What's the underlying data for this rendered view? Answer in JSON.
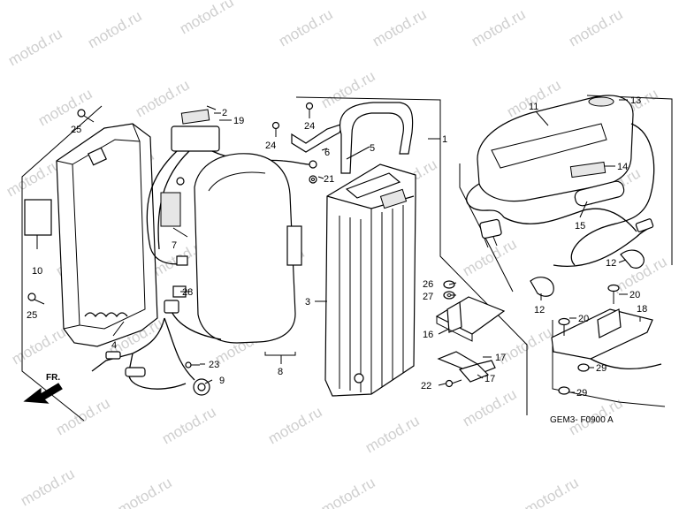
{
  "watermark_text": "motod.ru",
  "diagram_code": "GEM3- F0900 A",
  "front_arrow_label": "FR.",
  "callouts": {
    "c1": "1",
    "c2": "2",
    "c3": "3",
    "c4": "4",
    "c5": "5",
    "c6": "6",
    "c7": "7",
    "c8": "8",
    "c9": "9",
    "c10": "10",
    "c11": "11",
    "c12a": "12",
    "c12b": "12",
    "c13": "13",
    "c14": "14",
    "c15": "15",
    "c16": "16",
    "c17a": "17",
    "c17b": "17",
    "c18": "18",
    "c19": "19",
    "c20a": "20",
    "c20b": "20",
    "c21": "21",
    "c22": "22",
    "c23": "23",
    "c24a": "24",
    "c24b": "24",
    "c25a": "25",
    "c25b": "25",
    "c26": "26",
    "c27": "27",
    "c28": "28",
    "c29a": "29",
    "c29b": "29"
  }
}
